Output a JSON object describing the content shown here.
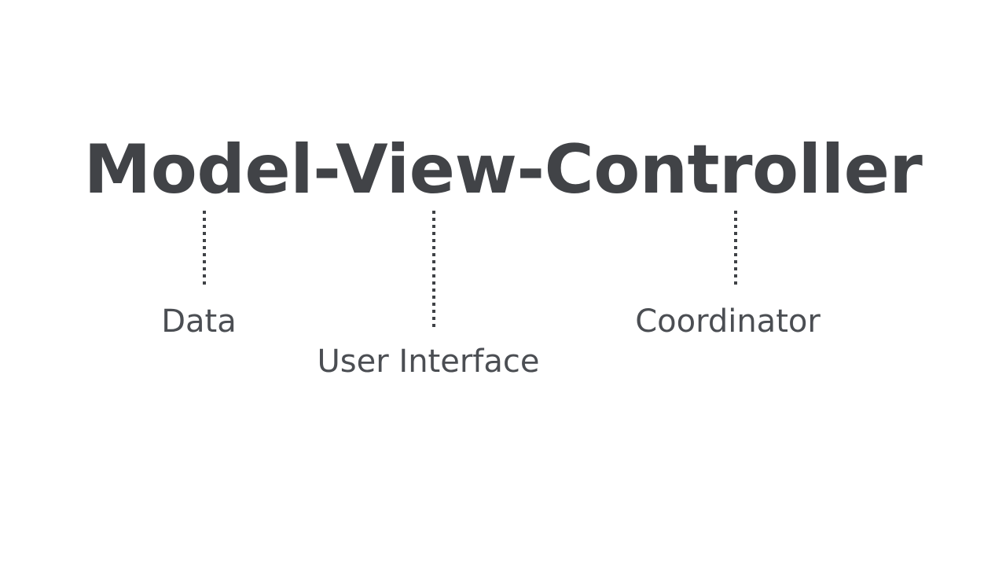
{
  "slide": {
    "background_color": "#ffffff",
    "title": "Model-View-Controller",
    "title_color": "#414347",
    "label_color": "#4b4e53",
    "connector_color": "#3f4246",
    "parts": [
      {
        "term": "Model",
        "label": "Data",
        "connector": "dotted-vertical-line"
      },
      {
        "term": "View",
        "label": "User Interface",
        "connector": "dotted-vertical-line"
      },
      {
        "term": "Controller",
        "label": "Coordinator",
        "connector": "dotted-vertical-line"
      }
    ]
  }
}
